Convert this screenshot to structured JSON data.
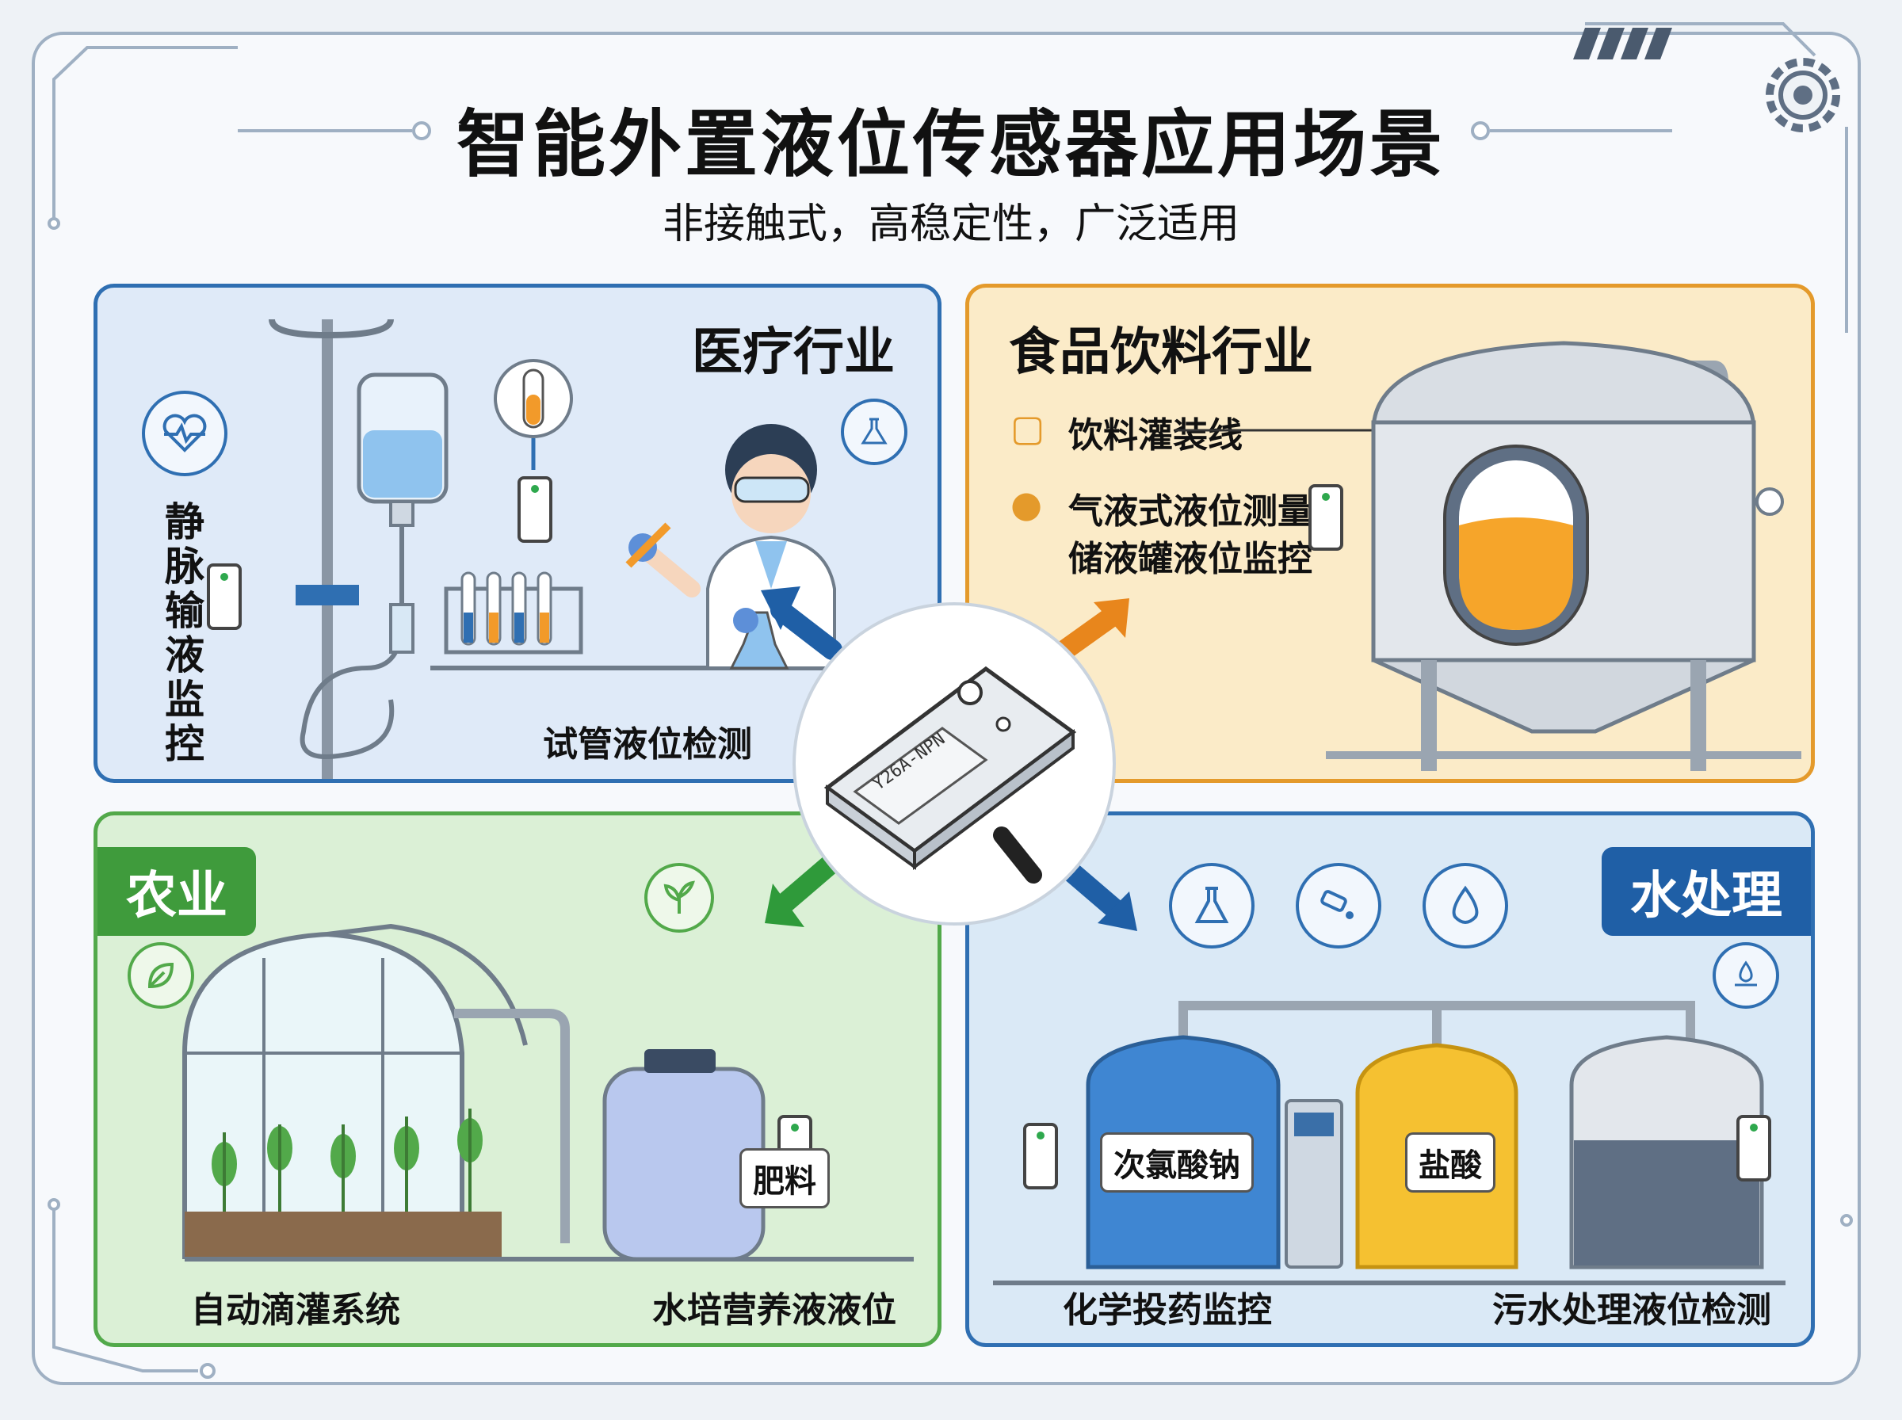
{
  "header": {
    "title": "智能外置液位传感器应用场景",
    "subtitle": "非接触式，高稳定性，广泛适用"
  },
  "sensor": {
    "model": "Y26A-NPN"
  },
  "medical": {
    "title": "医疗行业",
    "vertical_label": "静脉输液监控",
    "test_tube_label": "试管液位检测"
  },
  "food": {
    "title": "食品饮料行业",
    "items": [
      "饮料灌装线",
      "气液式液位测量",
      "储液罐液位监控"
    ]
  },
  "agriculture": {
    "tag": "农业",
    "drip_label": "自动滴灌系统",
    "hydro_label": "水培营养液液位",
    "tank_label": "肥料"
  },
  "water": {
    "tag": "水处理",
    "dosing_label": "化学投药监控",
    "sewage_label": "污水处理液位检测",
    "tank1_label": "次氯酸钠",
    "tank2_label": "盐酸"
  },
  "colors": {
    "medical": "#2f6fb2",
    "food": "#e49a2b",
    "agriculture": "#52a94a",
    "water": "#2f6fb2"
  }
}
